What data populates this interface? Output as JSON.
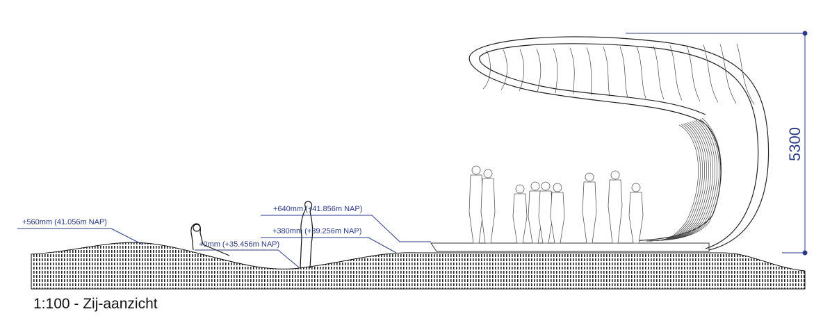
{
  "title": "1:100 -  Zij-aanzicht",
  "dimension": "5300",
  "levels": [
    "+560mm (41.056m NAP)",
    "+0mm (+35.456m NAP)",
    "+640mm (+41.856m NAP)",
    "+380mm (+39.256m NAP)"
  ],
  "colors": {
    "annotation": "#2b3a86",
    "line": "#111111"
  }
}
